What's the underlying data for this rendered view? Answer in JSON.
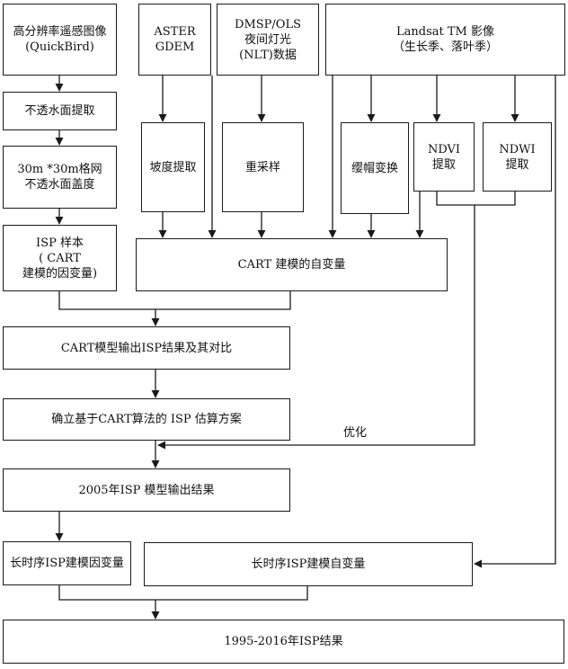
{
  "colors": {
    "stroke": "#1a1a1a",
    "background": "#ffffff",
    "text": "#111111"
  },
  "nodes": {
    "quickbird": "高分辨率遥感图像\n(QuickBird)",
    "aster": "ASTER\nGDEM",
    "dmsp": "DMSP/OLS\n夜间灯光\n(NLT)数据",
    "landsat": "Landsat TM 影像\n（生长季、落叶季）",
    "impervious": "不透水面提取",
    "slope": "坡度提取",
    "resample": "重采样",
    "tasseled": "缨帽变换",
    "ndvi": "NDVI\n提取",
    "ndwi": "NDWI\n提取",
    "grid": "30m *30m格网\n不透水面盖度",
    "isp_sample": "ISP 样本\n( CART\n建模的因变量)",
    "cart_vars": "CART 建模的自变量",
    "cart_output": "CART模型输出ISP结果及其对比",
    "estimate": "确立基于CART算法的 ISP 估算方案",
    "result_2005": "2005年ISP 模型输出结果",
    "long_dep": "长时序ISP建模因变量",
    "long_indep": "长时序ISP建模自变量",
    "final": "1995-2016年ISP结果"
  },
  "labels": {
    "optimize": "优化"
  }
}
